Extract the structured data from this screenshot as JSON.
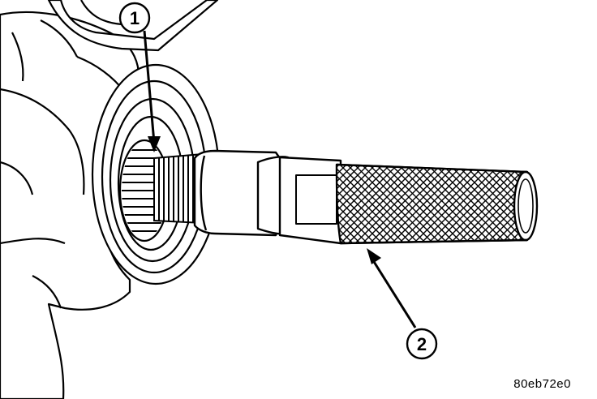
{
  "callouts": [
    {
      "id": "1",
      "label": "1"
    },
    {
      "id": "2",
      "label": "2"
    }
  ],
  "figure_id": "80eb72e0",
  "colors": {
    "ink": "#000000",
    "paper": "#ffffff",
    "shade": "#e8e8e8"
  }
}
